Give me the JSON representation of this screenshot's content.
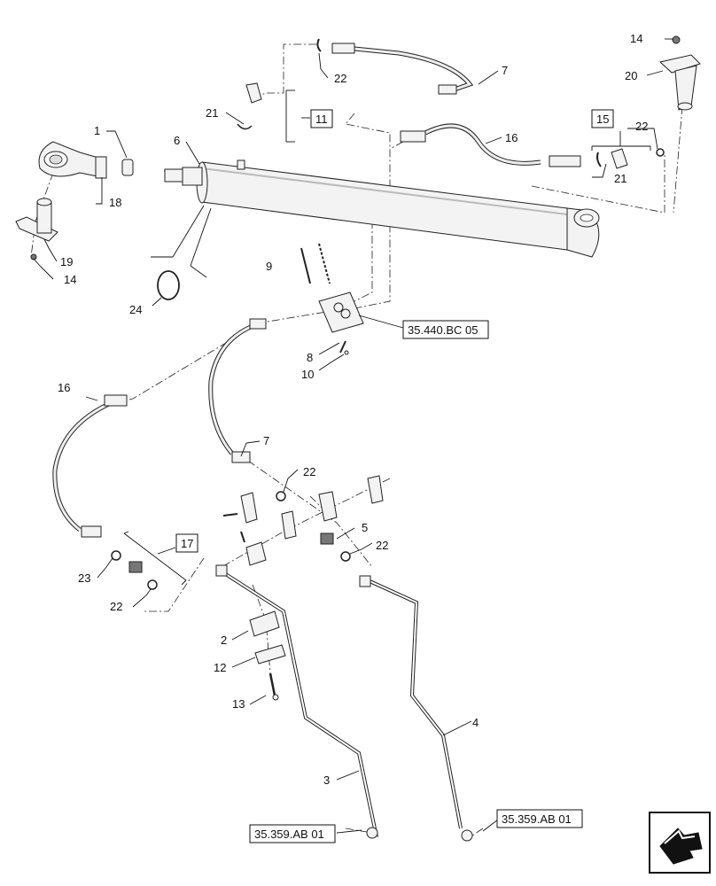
{
  "callouts": {
    "c1": "1",
    "c2": "2",
    "c3": "3",
    "c4": "4",
    "c5": "5",
    "c6": "6",
    "c7_top": "7",
    "c7_mid": "7",
    "c8": "8",
    "c9": "9",
    "c10": "10",
    "c11": "11",
    "c12": "12",
    "c13": "13",
    "c14_top": "14",
    "c14_left": "14",
    "c15": "15",
    "c16_top": "16",
    "c16_left": "16",
    "c17": "17",
    "c18": "18",
    "c19": "19",
    "c20": "20",
    "c21_left": "21",
    "c21_right": "21",
    "c22_top": "22",
    "c22_right": "22",
    "c22_mid": "22",
    "c22_mid2": "22",
    "c22_bot": "22",
    "c23": "23",
    "c24": "24"
  },
  "references": {
    "ref_valve": "35.440.BC 05",
    "ref_left": "35.359.AB 01",
    "ref_right": "35.359.AB 01"
  },
  "icons": {
    "nav": "navigation-arrow-icon"
  }
}
